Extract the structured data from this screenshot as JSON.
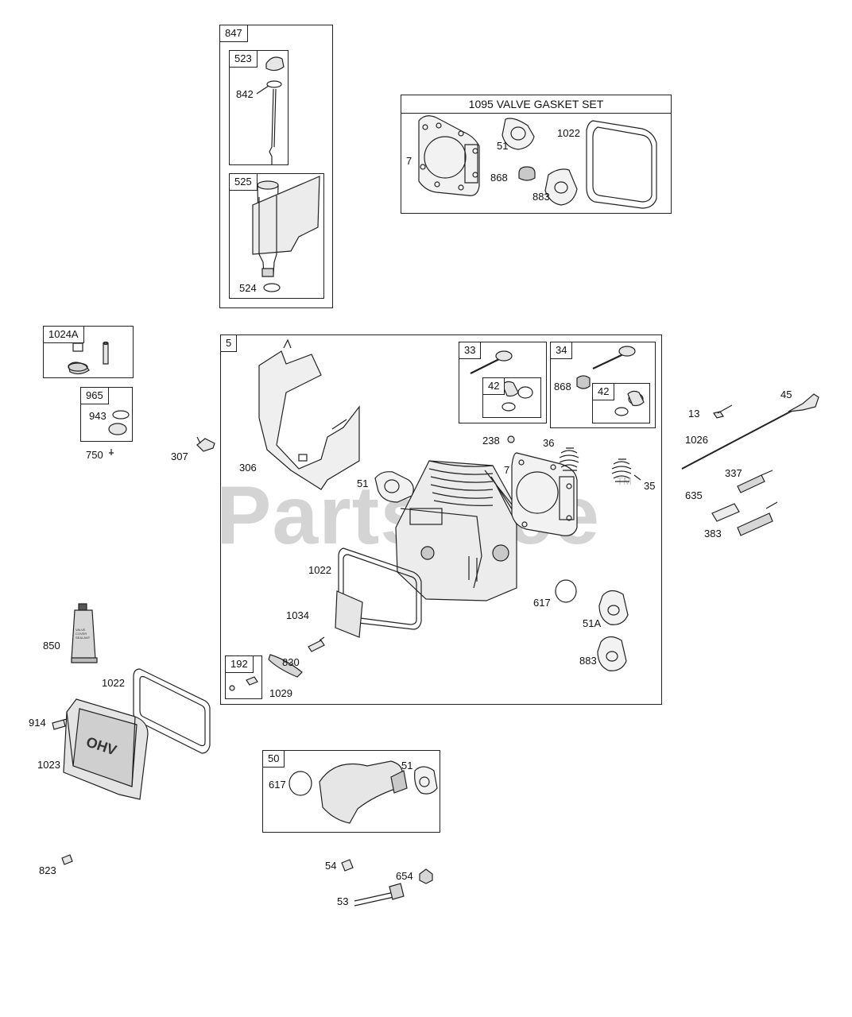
{
  "watermark": {
    "text": "PartsTree",
    "tm": "TM"
  },
  "boxes": {
    "847": "847",
    "523": "523",
    "525": "525",
    "valve_gasket_set": "1095 VALVE GASKET SET",
    "1024A": "1024A",
    "965": "965",
    "5": "5",
    "33": "33",
    "42a": "42",
    "34": "34",
    "42b": "42",
    "192": "192",
    "50": "50"
  },
  "labels": {
    "l842": "842",
    "l524": "524",
    "l7_set": "7",
    "l51_set": "51",
    "l1022_set": "1022",
    "l868_set": "868",
    "l883_set": "883",
    "l943": "943",
    "l750": "750",
    "l307": "307",
    "l306": "306",
    "l868_34": "868",
    "l238": "238",
    "l36": "36",
    "l7": "7",
    "l35": "35",
    "l51": "51",
    "l1022": "1022",
    "l1034": "1034",
    "l830": "830",
    "l1029": "1029",
    "l617": "617",
    "l51A": "51A",
    "l883": "883",
    "l13": "13",
    "l45": "45",
    "l1026": "1026",
    "l337": "337",
    "l635": "635",
    "l383": "383",
    "l850": "850",
    "l1022_cover": "1022",
    "l914": "914",
    "l1023": "1023",
    "l823": "823",
    "l617_50": "617",
    "l51_50": "51",
    "l54": "54",
    "l654": "654",
    "l53": "53"
  },
  "product_text": {
    "ohv": "OHV",
    "tube": "VALVE COVER SEALANT"
  },
  "colors": {
    "line": "#222222",
    "part_fill": "#e6e6e6",
    "part_mid": "#c9c9c9",
    "watermark": "#d4d4d4"
  }
}
